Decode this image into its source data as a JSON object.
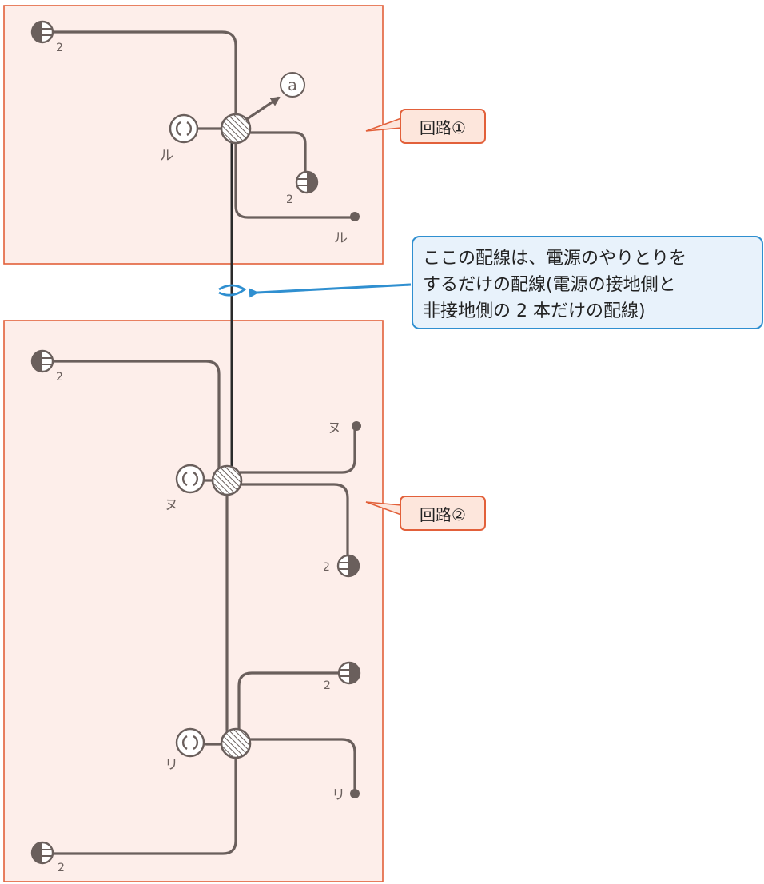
{
  "regions": [
    {
      "label": "回路①"
    },
    {
      "label": "回路②"
    }
  ],
  "note": {
    "lines": [
      "ここの配線は、電源のやりとりを",
      "するだけの配線(電源の接地側と",
      "非接地側の 2 本だけの配線)"
    ]
  },
  "symbols": {
    "receptacle_count": "2",
    "switch_circuit1": "ル",
    "switch_circuit2": "ヌ",
    "switch_circuit2b": "リ",
    "switch_a": "a",
    "switch_glyph": "( )"
  },
  "colors": {
    "region_fill": "#fdeeea",
    "region_border": "#e2603a",
    "note_fill": "#e8f2fb",
    "note_border": "#2f8fd0",
    "wire": "#6a5f5c"
  },
  "icons": [
    "outlet-icon",
    "switch-icon",
    "junction-box-icon",
    "pilot-light-icon",
    "arrow-icon"
  ]
}
